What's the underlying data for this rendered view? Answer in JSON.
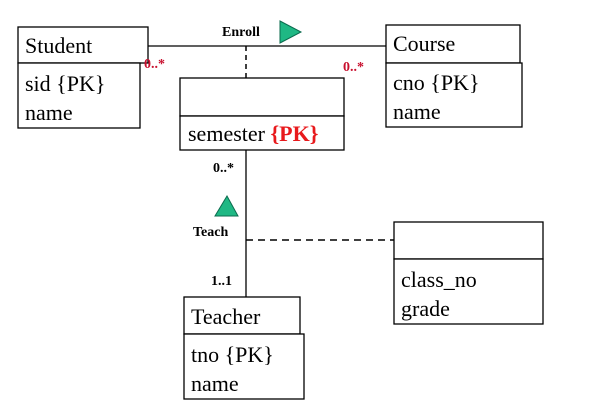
{
  "diagram": {
    "classes": {
      "student": {
        "name": "Student",
        "attrs": [
          "sid {PK}",
          "name"
        ]
      },
      "course": {
        "name": "Course",
        "attrs": [
          "cno {PK}",
          "name"
        ]
      },
      "enroll_class": {
        "name": "",
        "attr_prefix": "semester ",
        "attr_pk": "{PK}"
      },
      "teacher": {
        "name": "Teacher",
        "attrs": [
          "tno {PK}",
          "name"
        ]
      },
      "teach_class": {
        "name": "",
        "attrs": [
          "class_no",
          "grade"
        ]
      }
    },
    "associations": {
      "enroll": {
        "label": "Enroll",
        "mult_student": "0..*",
        "mult_course": "0..*"
      },
      "teach": {
        "label": "Teach",
        "mult_top": "0..*",
        "mult_bottom": "1..1"
      }
    },
    "colors": {
      "line": "#000000",
      "multiplicity_red": "#c8102e",
      "pk_red": "#e8191c",
      "arrow_fill": "#1fb884",
      "arrow_stroke": "#0b6b4e"
    },
    "icons": {
      "enroll_direction": "right-triangle-icon",
      "teach_direction": "up-triangle-icon"
    }
  }
}
